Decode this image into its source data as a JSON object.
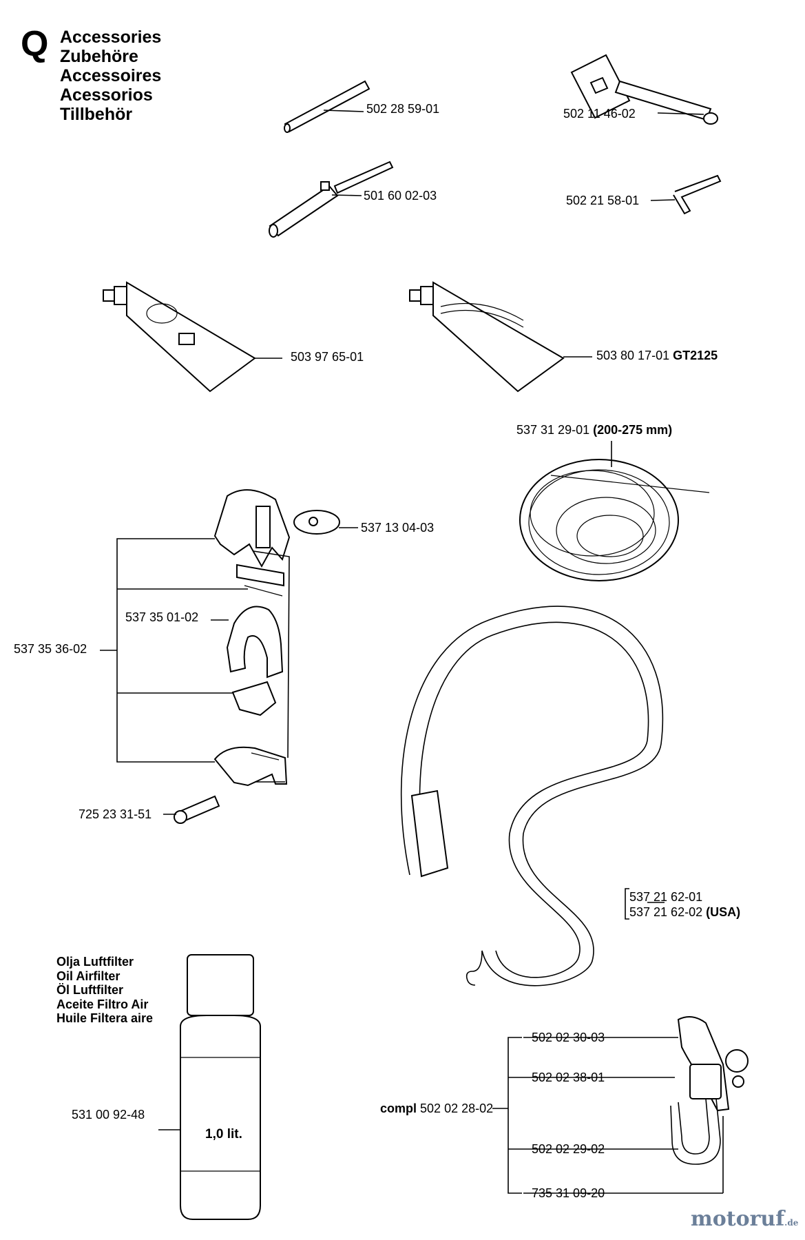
{
  "section_letter": "Q",
  "titles": [
    "Accessories",
    "Zubehöre",
    "Accessoires",
    "Acessorios",
    "Tillbehör"
  ],
  "parts": {
    "rod": "502 28 59-01",
    "socket_wrench": "502 11 46-02",
    "screwdriver": "501 60 02-03",
    "hex_key": "502 21 58-01",
    "grease_tube_1": "503 97 65-01",
    "grease_tube_2": "503 80 17-01",
    "grease_tube_2_model": "GT2125",
    "trimmer_line": "537 31 29-01",
    "trimmer_line_size": "(200-275 mm)",
    "handle_cap": "537 13 04-03",
    "handle_kit": "537 35 36-02",
    "handle_loop": "537 35 01-02",
    "handle_screw": "725 23 31-51",
    "harness_1": "537 21 62-01",
    "harness_2": "537 21 62-02",
    "harness_2_region": "(USA)",
    "oil_bottle": "531 00 92-48",
    "hook_compl_prefix": "compl",
    "hook_compl": "502 02 28-02",
    "hook_part_a": "502 02 30-03",
    "hook_part_b": "502 02 38-01",
    "hook_part_c": "502 02 29-02",
    "hook_part_d": "735 31 09-20"
  },
  "oil_label_lines": [
    "Olja Luftfilter",
    "Oil Airfilter",
    "Öl Luftfilter",
    "Aceite Filtro Air",
    "Huile Filtera aire"
  ],
  "bottle_text": "1,0 lit.",
  "watermark": "motoruf",
  "watermark_suffix": ".de",
  "colors": {
    "ink": "#000000",
    "paper": "#ffffff",
    "watermark": "#6b7f99"
  }
}
